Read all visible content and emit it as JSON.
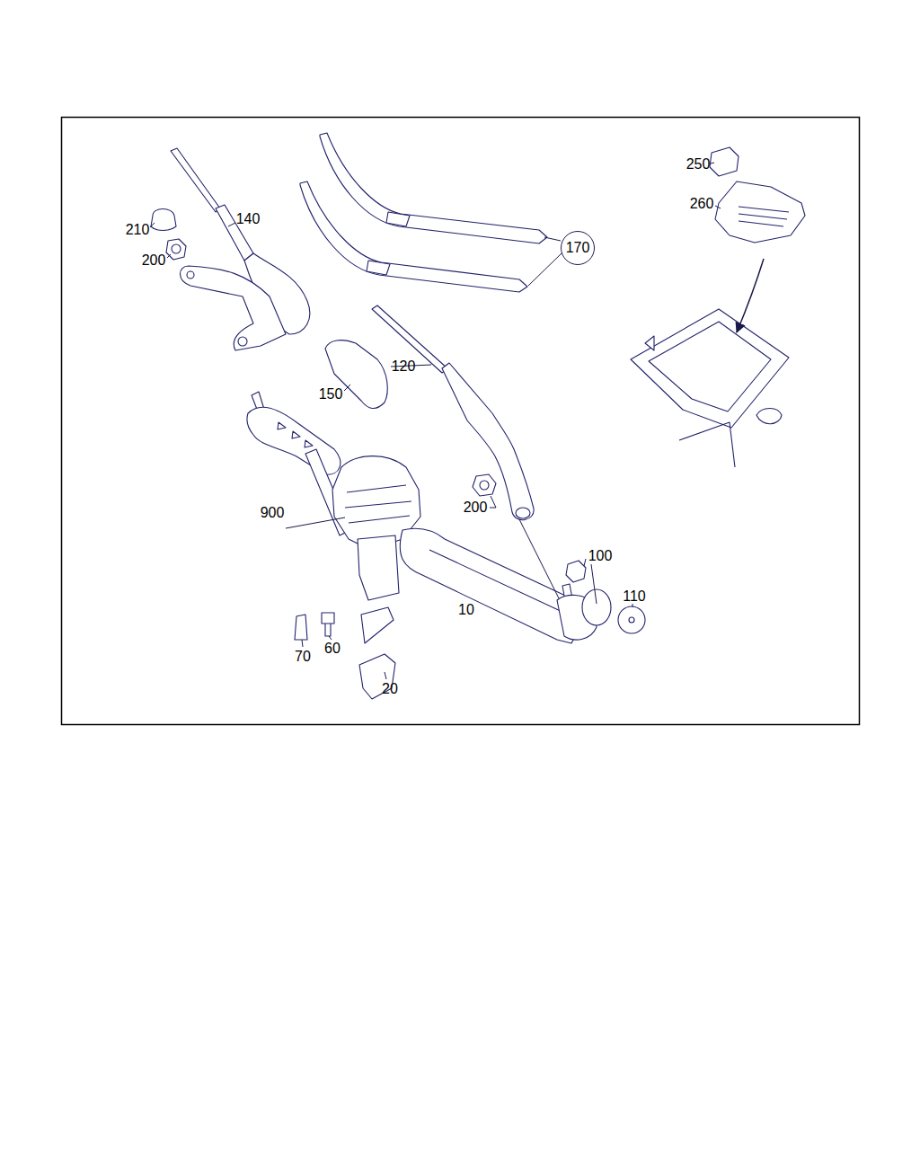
{
  "diagram": {
    "nodes": [
      {
        "text": [
          "170"
        ]
      }
    ],
    "labels": [
      "250",
      "210",
      "140",
      "260",
      "200",
      "120",
      "150",
      "200",
      "900",
      "100",
      "110",
      "10",
      "70",
      "60",
      "20"
    ]
  }
}
